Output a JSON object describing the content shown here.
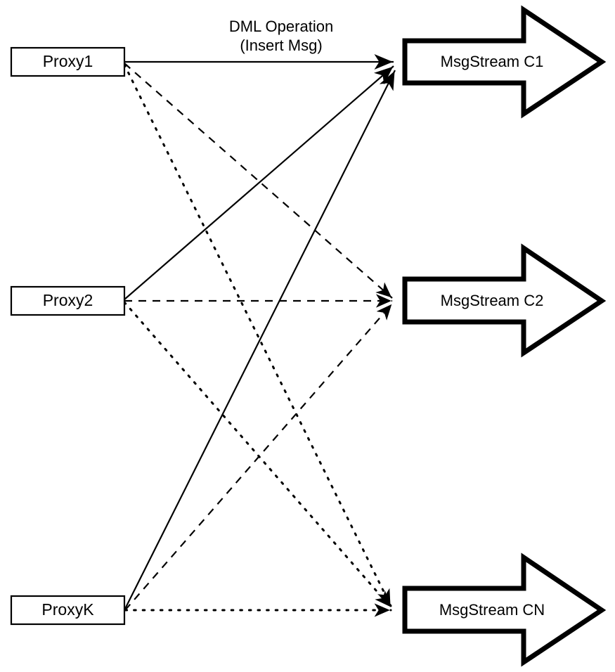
{
  "diagram": {
    "title": "Proxy to MsgStream channel fan-out",
    "background_color": "#ffffff",
    "line_color": "#000000",
    "edge_label": {
      "line1": "DML Operation",
      "line2": "(Insert Msg)"
    },
    "proxies": [
      {
        "id": "proxy1",
        "label": "Proxy1"
      },
      {
        "id": "proxy2",
        "label": "Proxy2"
      },
      {
        "id": "proxyK",
        "label": "ProxyK"
      }
    ],
    "streams": [
      {
        "id": "c1",
        "label": "MsgStream C1",
        "line_style": "solid"
      },
      {
        "id": "c2",
        "label": "MsgStream C2",
        "line_style": "dashed"
      },
      {
        "id": "cn",
        "label": "MsgStream CN",
        "line_style": "dotted"
      }
    ],
    "connections": [
      {
        "from": "proxy1",
        "to": "c1",
        "style": "solid"
      },
      {
        "from": "proxy1",
        "to": "c2",
        "style": "dashed"
      },
      {
        "from": "proxy1",
        "to": "cn",
        "style": "dotted"
      },
      {
        "from": "proxy2",
        "to": "c1",
        "style": "solid"
      },
      {
        "from": "proxy2",
        "to": "c2",
        "style": "dashed"
      },
      {
        "from": "proxy2",
        "to": "cn",
        "style": "dotted"
      },
      {
        "from": "proxyK",
        "to": "c1",
        "style": "solid"
      },
      {
        "from": "proxyK",
        "to": "c2",
        "style": "dashed"
      },
      {
        "from": "proxyK",
        "to": "cn",
        "style": "dotted"
      }
    ]
  }
}
